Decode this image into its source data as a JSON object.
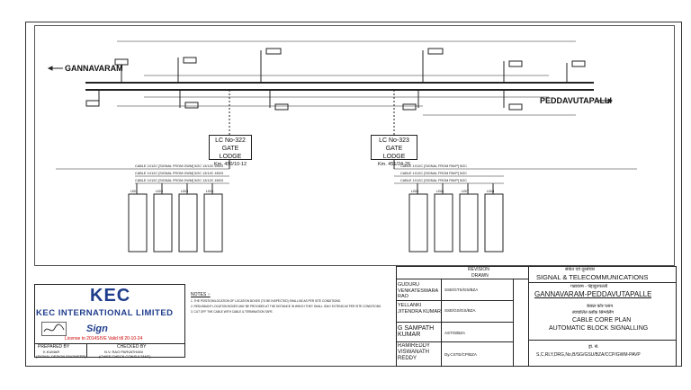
{
  "stations": {
    "left": "GANNAVARAM",
    "right": "PEDDAVUTAPALLI"
  },
  "gate_lodges": [
    {
      "name": "LC No-322",
      "type": "GATE LODGE",
      "km": "Km. 450/10-12"
    },
    {
      "name": "LC No-323",
      "type": "GATE LODGE",
      "km": "Km. 451/24-26"
    }
  ],
  "revision": {
    "header": "REVISION",
    "drawn": "DRAWN"
  },
  "signatories": [
    {
      "name": "GUDURU VENKATESWARA RAO",
      "code": "SSE/GTS/GS/BZA"
    },
    {
      "name": "YELLANKI JITENDRA KUMAR",
      "code": "SSE/GS/GS/BZA"
    },
    {
      "name": "G SAMPATH KUMAR",
      "code": "AST/S/BZA"
    },
    {
      "name": "RAMIREDDY VISWANATH REDDY",
      "code": "Dy.CSTE/CP/BZA"
    }
  ],
  "dept": "SIGNAL & TELECOMMUNICATIONS",
  "dept_hindi": "संकेत एवं दूरसंचार",
  "section_hindi": "गन्नावरम - पेद्दावुतपल्ली",
  "section": "GANNAVARAM-PEDDAVUTAPALLE",
  "plan_hindi": "केबल कोर प्लान",
  "plan_hindi2": "स्वचालित ब्लॉक सिग्नलिंग",
  "plan_title": "CABLE CORE PLAN",
  "plan_subtitle": "AUTOMATIC BLOCK SIGNALLING",
  "drawing_no_hindi": "ड्रा. सं.",
  "drawing_no": "S,C,RLY,DRG,No,B/SG/GSU/BZA/CCP/GWM-PAVP",
  "company": {
    "logo": "KEC",
    "name": "KEC INTERNATIONAL LIMITED"
  },
  "sign_stamp": {
    "brand": "Sign",
    "license": "License to 2014SIVE Valid till 20-10-24"
  },
  "prepared": {
    "label": "PREPARED BY",
    "name": "K.KUMAR",
    "role": "(SIGNAL DESIGN ENGINEER)"
  },
  "checked": {
    "label": "CHECKED BY",
    "name": "N.V. RAO PARVATHANI",
    "role": "(CHIEF CHECK CONSULTANT)"
  },
  "notes": {
    "header": "NOTES :-",
    "lines": [
      "1. THE POSITION/LOCATION OF LOCATION BOXES (TO BE INSPECTED) SHALL BE AS PER SITE CONDITIONS.",
      "2. REDUNDANT LOCATION BOXES MAY BE PROVIDED AT THE DISTANCE IN WHICH THEY SHALL ONLY EXTEND AS PER SITE CONDITIONS.",
      "3. CUT OFF THE CABLE WITH CABLE & TERMINATION TAPE."
    ]
  },
  "cable_runs_left": [
    "CABLE 1X12C [SIGNAL FROM GWM] 5/2C 13/12C 450/3",
    "CABLE 1X12C [SIGNAL FROM GWM] 5/2C 13/12C 450/3",
    "CABLE 1X12C [SIGNAL FROM GWM] 5/2C 13/12C 450/3"
  ],
  "cable_runs_right": [
    "CABLE 1X12C [SIGNAL FROM PAVP] 5/2C",
    "CABLE 1X12C [SIGNAL FROM PAVP] 5/2C",
    "CABLE 1X12C [SIGNAL FROM PAVP] 5/2C"
  ],
  "colors": {
    "line": "#222222",
    "brand": "#1f3d8c",
    "license": "#cc0000"
  }
}
